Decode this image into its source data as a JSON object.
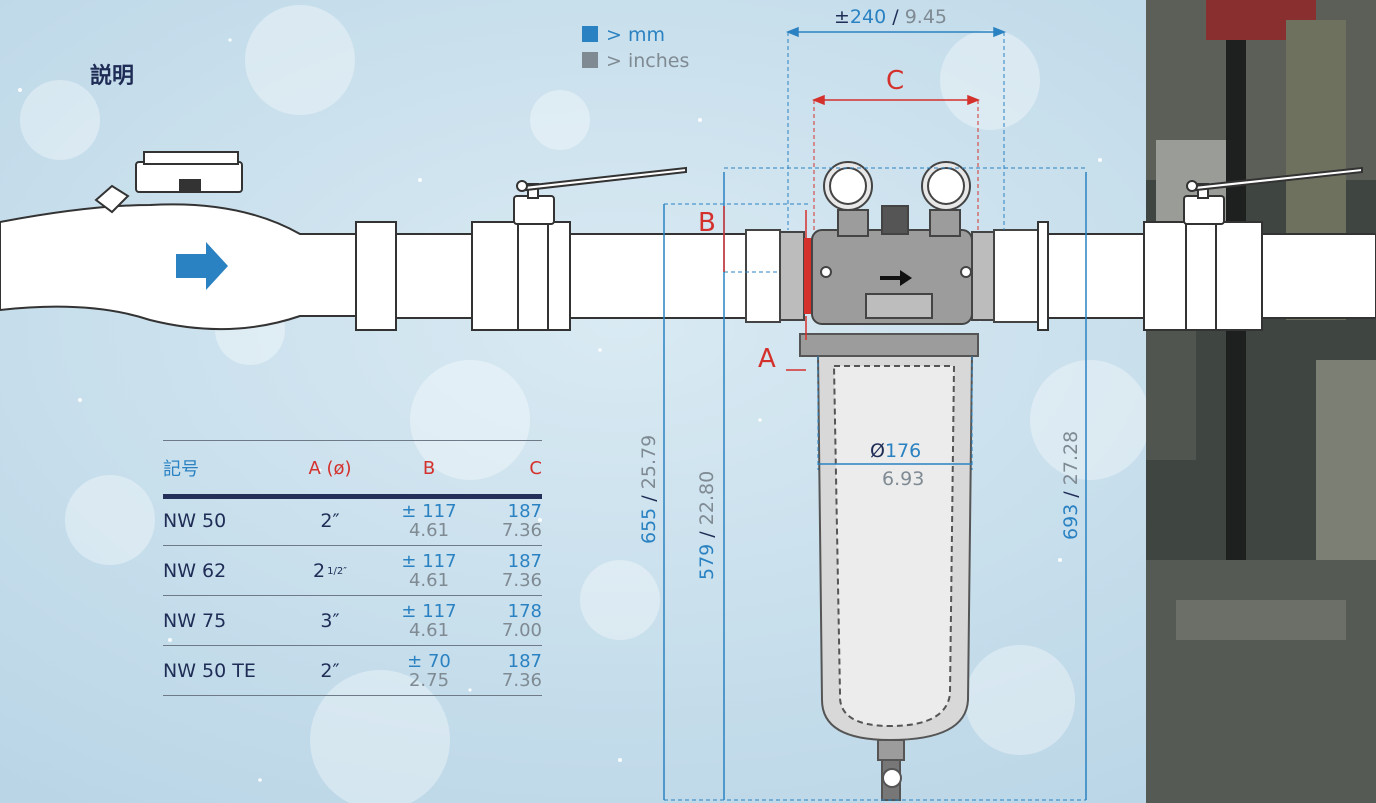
{
  "title": "説明",
  "legend": {
    "mm": "> mm",
    "inches": "> inches",
    "mm_color": "#2a82c2",
    "inch_color": "#7f8a93"
  },
  "table": {
    "headers": [
      "記号",
      "A (ø)",
      "B",
      "C"
    ],
    "rows": [
      {
        "name": "NW 50",
        "a": "2″",
        "a_sup": "",
        "b_mm": "± 117",
        "b_in": "4.61",
        "c_mm": "187",
        "c_in": "7.36"
      },
      {
        "name": "NW 62",
        "a": "2",
        "a_sup": "1/2″",
        "b_mm": "± 117",
        "b_in": "4.61",
        "c_mm": "187",
        "c_in": "7.36"
      },
      {
        "name": "NW 75",
        "a": "3″",
        "a_sup": "",
        "b_mm": "± 117",
        "b_in": "4.61",
        "c_mm": "178",
        "c_in": "7.00"
      },
      {
        "name": "NW 50 TE",
        "a": "2″",
        "a_sup": "",
        "b_mm": "± 70",
        "b_in": "2.75",
        "c_mm": "187",
        "c_in": "7.36"
      }
    ]
  },
  "dimensions": {
    "top_width": {
      "prefix": "±",
      "mm": "240",
      "sep": "/",
      "in": "9.45"
    },
    "c_label": "C",
    "b_label": "B",
    "a_label": "A",
    "diameter": {
      "prefix": "Ø",
      "mm": "176",
      "in": "6.93"
    },
    "h655": {
      "mm": "655",
      "sep": "/",
      "in": "25.79"
    },
    "h579": {
      "mm": "579",
      "sep": "/",
      "in": "22.80"
    },
    "h693": {
      "mm": "693",
      "sep": "/",
      "in": "27.28"
    }
  },
  "colors": {
    "accent_blue": "#2a82c2",
    "dim_red": "#d4312d",
    "text_navy": "#1f2d56"
  }
}
